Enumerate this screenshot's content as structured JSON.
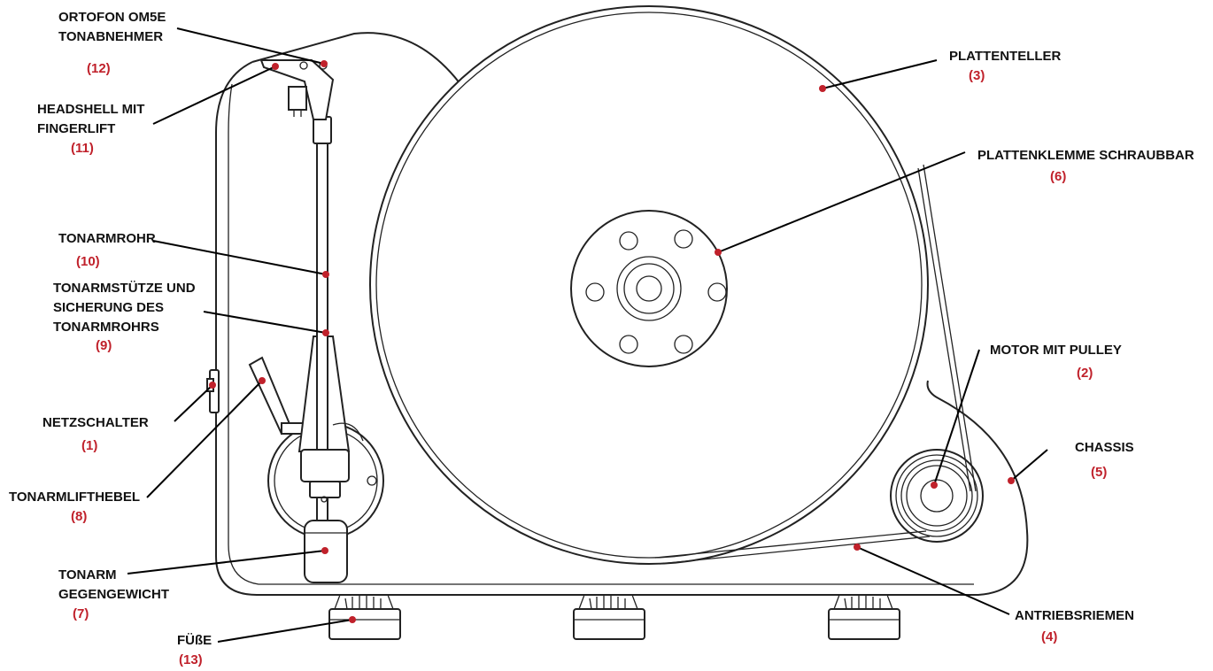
{
  "diagram": {
    "labels": [
      {
        "id": "ortofon",
        "lines": [
          "ORTOFON OM5E",
          "TONABNEHMER"
        ],
        "number": "(12)"
      },
      {
        "id": "headshell",
        "lines": [
          "HEADSHELL MIT",
          "FINGERLIFT"
        ],
        "number": "(11)"
      },
      {
        "id": "tonarmrohr",
        "lines": [
          "TONARMROHR"
        ],
        "number": "(10)"
      },
      {
        "id": "tonarmstuetze",
        "lines": [
          "TONARMSTÜTZE UND",
          "SICHERUNG DES",
          "TONARMROHRS"
        ],
        "number": "(9)"
      },
      {
        "id": "netzschalter",
        "lines": [
          "NETZSCHALTER"
        ],
        "number": "(1)"
      },
      {
        "id": "tonarmlifthebel",
        "lines": [
          "TONARMLIFTHEBEL"
        ],
        "number": "(8)"
      },
      {
        "id": "gegengewicht",
        "lines": [
          "TONARM",
          "GEGENGEWICHT"
        ],
        "number": "(7)"
      },
      {
        "id": "fuesse",
        "lines": [
          "FÜßE"
        ],
        "number": "(13)"
      },
      {
        "id": "plattenteller",
        "lines": [
          "PLATTENTELLER"
        ],
        "number": "(3)"
      },
      {
        "id": "plattenklemme",
        "lines": [
          "PLATTENKLEMME SCHRAUBBAR"
        ],
        "number": "(6)"
      },
      {
        "id": "motor",
        "lines": [
          "MOTOR MIT PULLEY"
        ],
        "number": "(2)"
      },
      {
        "id": "chassis",
        "lines": [
          "CHASSIS"
        ],
        "number": "(5)"
      },
      {
        "id": "antriebsriemen",
        "lines": [
          "ANTRIEBSRIEMEN"
        ],
        "number": "(4)"
      }
    ],
    "colors": {
      "leader": "#000000",
      "marker": "#c0212b",
      "number": "#c0212b",
      "outline": "#222222"
    }
  }
}
